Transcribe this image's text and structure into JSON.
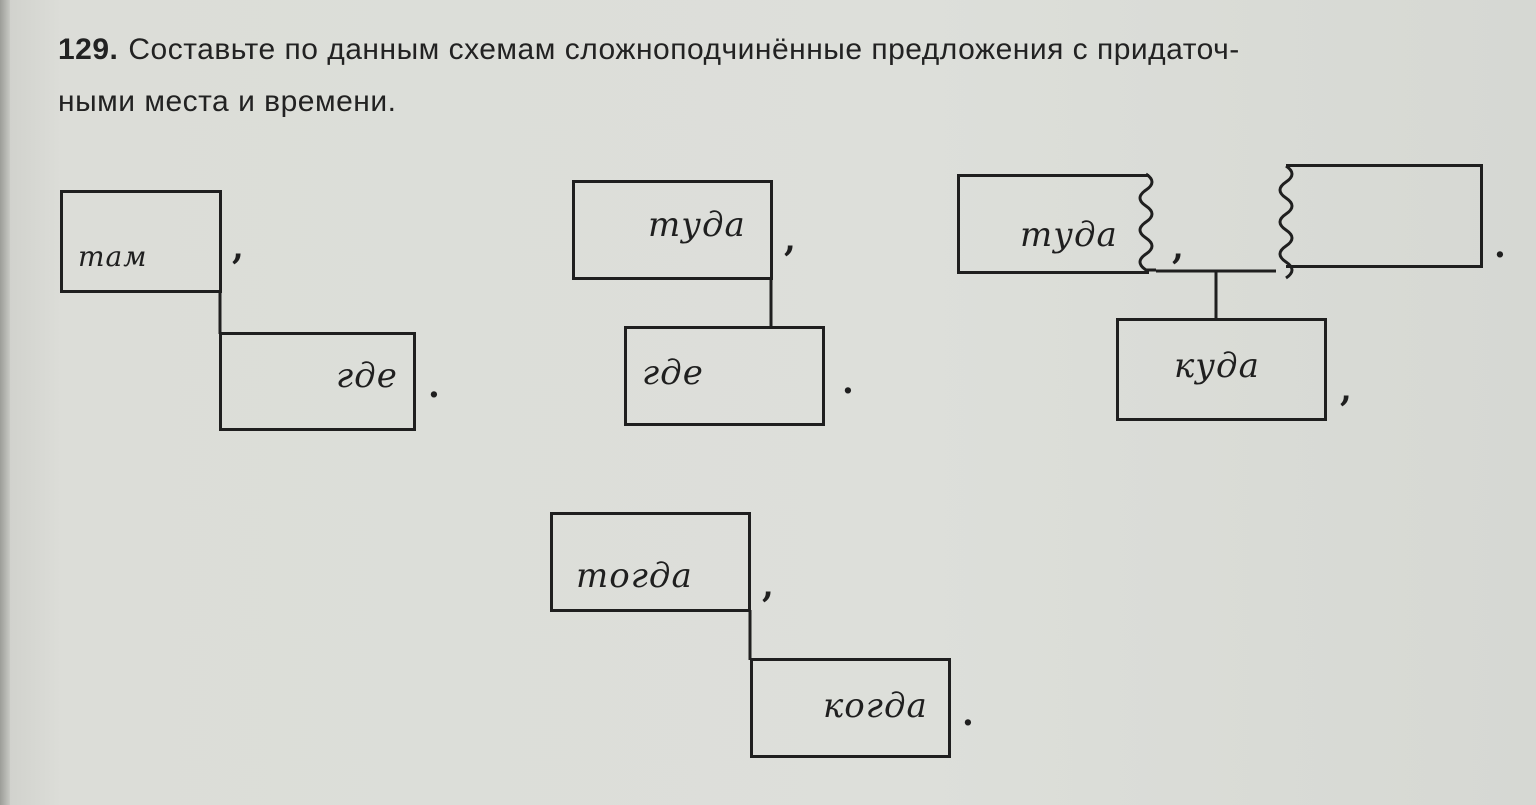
{
  "task": {
    "number": "129.",
    "text_line1": "Составьте по данным схемам сложноподчинённые предложения с придаточ-",
    "text_line2": "ными места и времени."
  },
  "schemes": [
    {
      "main_word": "там",
      "sub_word": "где",
      "main_punct": ",",
      "sub_punct": "."
    },
    {
      "main_word": "туда",
      "sub_word": "где",
      "main_punct": ",",
      "sub_punct": "."
    },
    {
      "main_word": "туда",
      "sub_word": "куда",
      "main_punct": ",",
      "end_punct": ".",
      "sub_punct": ","
    },
    {
      "main_word": "тогда",
      "sub_word": "когда",
      "main_punct": ",",
      "sub_punct": "."
    }
  ]
}
